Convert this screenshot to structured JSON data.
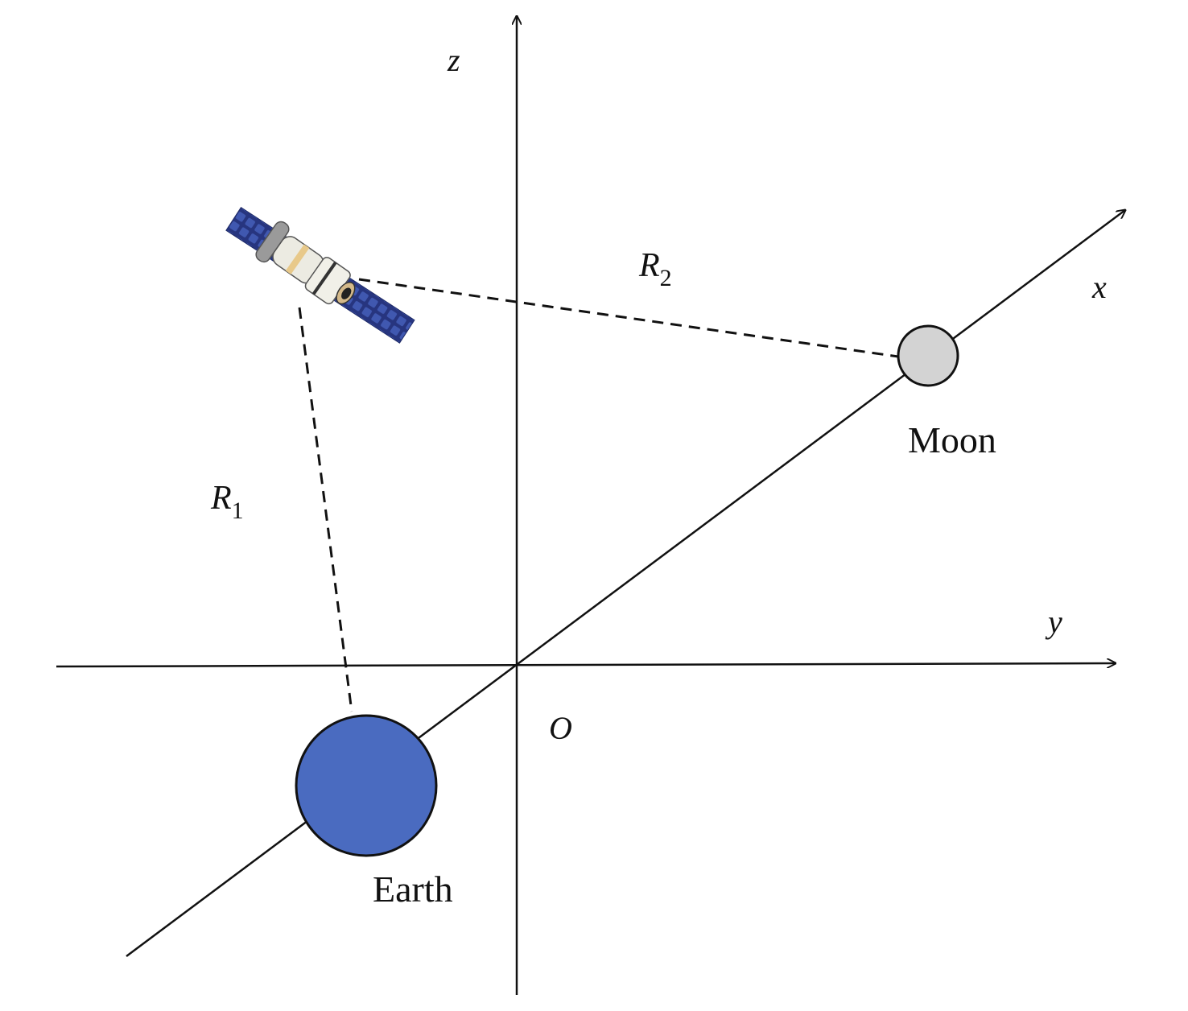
{
  "axes": {
    "x": "x",
    "y": "y",
    "z": "z",
    "origin": "O"
  },
  "bodies": {
    "earth": {
      "label": "Earth",
      "color": "#4a6bc0"
    },
    "moon": {
      "label": "Moon",
      "color": "#d3d3d3"
    }
  },
  "distances": {
    "r1": {
      "symbol": "R",
      "subscript": "1"
    },
    "r2": {
      "symbol": "R",
      "subscript": "2"
    }
  },
  "satellite": {
    "icon": "satellite-icon",
    "panel_color": "#2e3f8f"
  }
}
